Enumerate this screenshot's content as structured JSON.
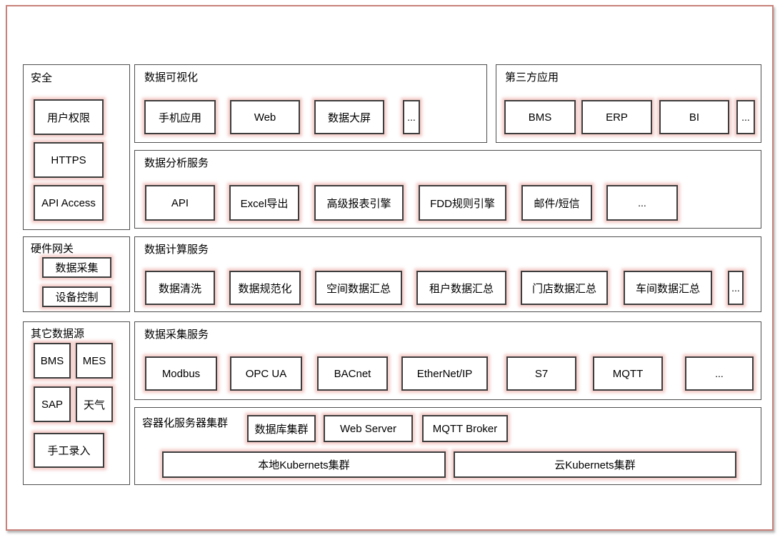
{
  "colors": {
    "outer_border": "#c9827b",
    "panel_border": "#4f4f4f",
    "node_border": "#3d3d3d",
    "node_glow": "#e28a80",
    "background": "#ffffff",
    "text": "#000000"
  },
  "panels": {
    "security": {
      "title": "安全",
      "items": [
        "用户权限",
        "HTTPS",
        "API Access"
      ]
    },
    "visualization": {
      "title": "数据可视化",
      "items": [
        "手机应用",
        "Web",
        "数据大屏",
        "..."
      ]
    },
    "third_party": {
      "title": "第三方应用",
      "items": [
        "BMS",
        "ERP",
        "BI",
        "..."
      ]
    },
    "analysis": {
      "title": "数据分析服务",
      "items": [
        "API",
        "Excel导出",
        "高级报表引擎",
        "FDD规则引擎",
        "邮件/短信",
        "..."
      ]
    },
    "gateway": {
      "title": "硬件网关",
      "items": [
        "数据采集",
        "设备控制"
      ]
    },
    "compute": {
      "title": "数据计算服务",
      "items": [
        "数据清洗",
        "数据规范化",
        "空间数据汇总",
        "租户数据汇总",
        "门店数据汇总",
        "车间数据汇总",
        "..."
      ]
    },
    "other_sources": {
      "title": "其它数据源",
      "items": [
        "BMS",
        "MES",
        "SAP",
        "天气",
        "手工录入"
      ]
    },
    "collection": {
      "title": "数据采集服务",
      "items": [
        "Modbus",
        "OPC UA",
        "BACnet",
        "EtherNet/IP",
        "S7",
        "MQTT",
        "..."
      ]
    },
    "cluster": {
      "title": "容器化服务器集群",
      "services": [
        "数据库集群",
        "Web Server",
        "MQTT Broker"
      ],
      "clusters": [
        "本地Kubernets集群",
        "云Kubernets集群"
      ]
    }
  }
}
